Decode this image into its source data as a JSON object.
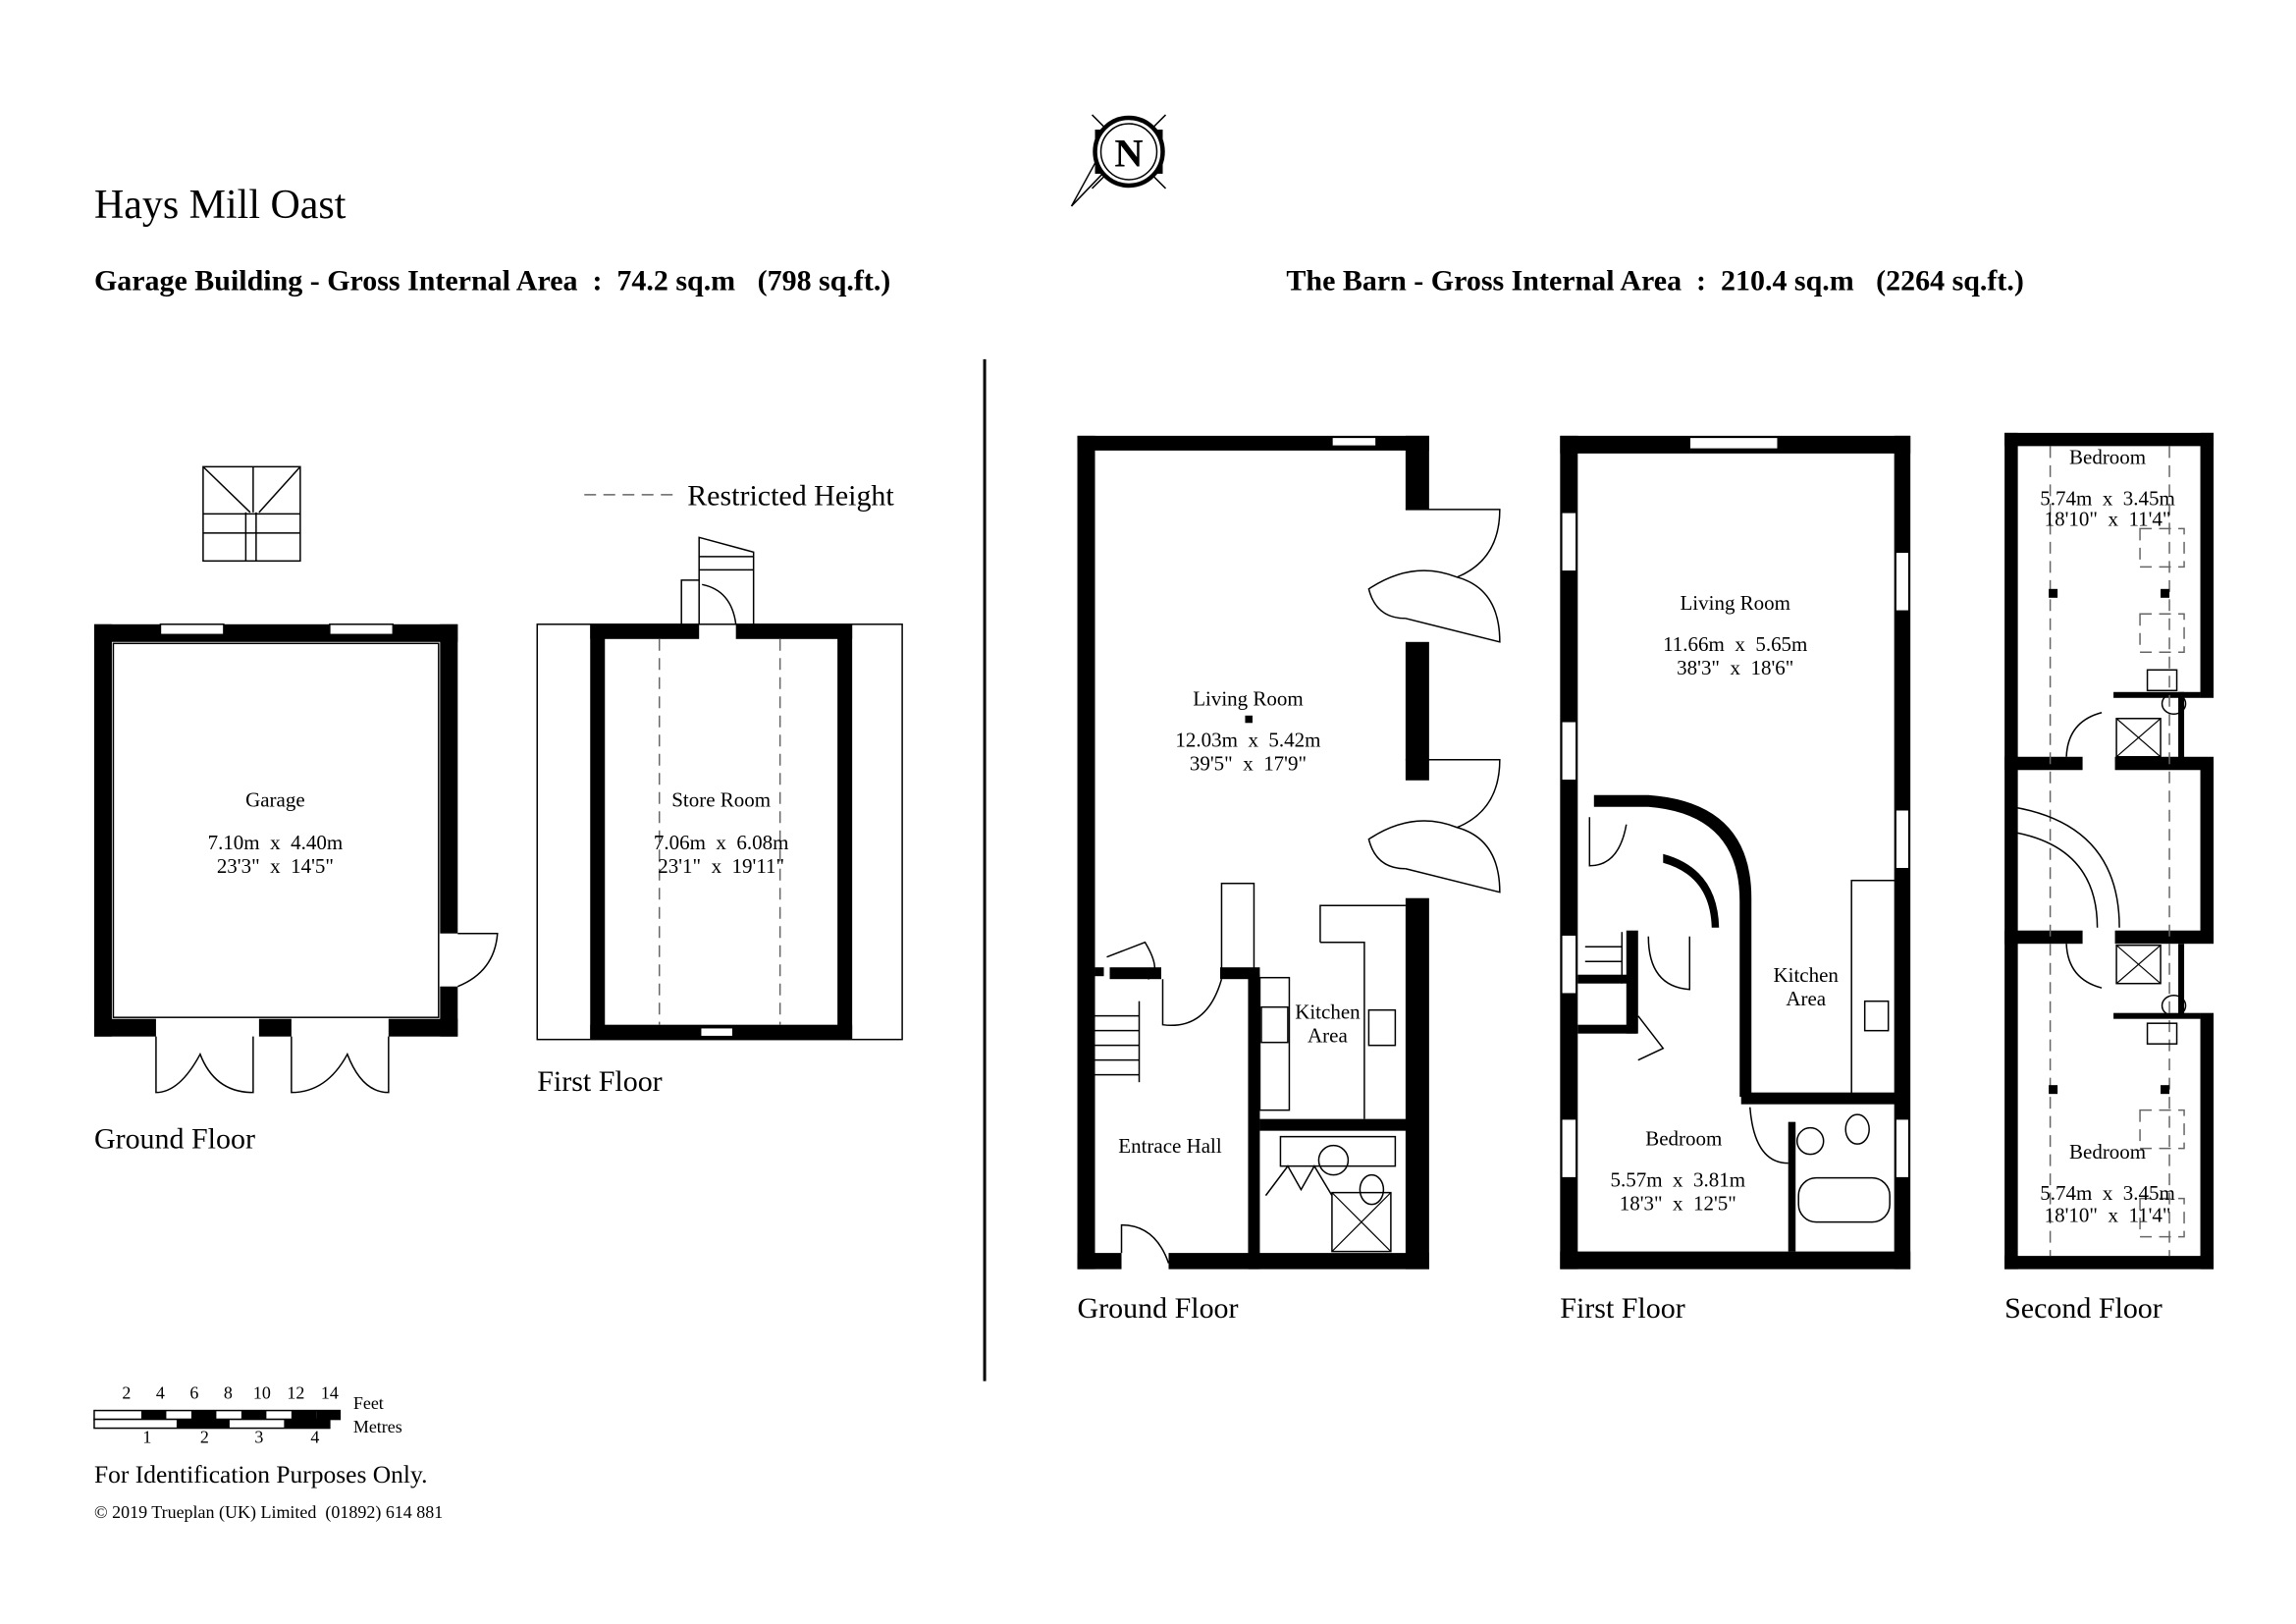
{
  "header": {
    "property_name": "Hays Mill Oast",
    "compass_label": "N"
  },
  "garage_building": {
    "area_line": "Garage Building - Gross Internal Area  :  74.2 sq.m   (798 sq.ft.)",
    "legend_restricted_height": "Restricted Height",
    "ground_floor": {
      "label": "Ground Floor",
      "rooms": [
        {
          "name": "Garage",
          "metric": "7.10m  x  4.40m",
          "imperial": "23'3\"  x  14'5\""
        }
      ]
    },
    "first_floor": {
      "label": "First Floor",
      "rooms": [
        {
          "name": "Store Room",
          "metric": "7.06m  x  6.08m",
          "imperial": "23'1\"  x  19'11\""
        }
      ]
    }
  },
  "the_barn": {
    "area_line": "The Barn - Gross Internal Area  :  210.4 sq.m   (2264 sq.ft.)",
    "ground_floor": {
      "label": "Ground Floor",
      "rooms": [
        {
          "name": "Living Room",
          "metric": "12.03m  x  5.42m",
          "imperial": "39'5\"  x  17'9\""
        },
        {
          "name": "Kitchen",
          "name2": "Area"
        },
        {
          "name": "Entrace Hall"
        }
      ]
    },
    "first_floor": {
      "label": "First Floor",
      "rooms": [
        {
          "name": "Living Room",
          "metric": "11.66m  x  5.65m",
          "imperial": "38'3\"  x  18'6\""
        },
        {
          "name": "Kitchen",
          "name2": "Area"
        },
        {
          "name": "Bedroom",
          "metric": "5.57m  x  3.81m",
          "imperial": "18'3\"  x  12'5\""
        }
      ]
    },
    "second_floor": {
      "label": "Second Floor",
      "rooms": [
        {
          "name": "Bedroom",
          "metric": "5.74m  x  3.45m",
          "imperial": "18'10\"  x  11'4\""
        },
        {
          "name": "Bedroom",
          "metric": "5.74m  x  3.45m",
          "imperial": "18'10\"  x  11'4\""
        }
      ]
    }
  },
  "scale_bar": {
    "feet_ticks": [
      "2",
      "4",
      "6",
      "8",
      "10",
      "12",
      "14"
    ],
    "metre_ticks": [
      "1",
      "2",
      "3",
      "4"
    ],
    "feet_label": "Feet",
    "metres_label": "Metres"
  },
  "footer": {
    "disclaimer": "For Identification Purposes Only.",
    "copyright": "© 2019 Trueplan (UK) Limited  (01892) 614 881"
  }
}
